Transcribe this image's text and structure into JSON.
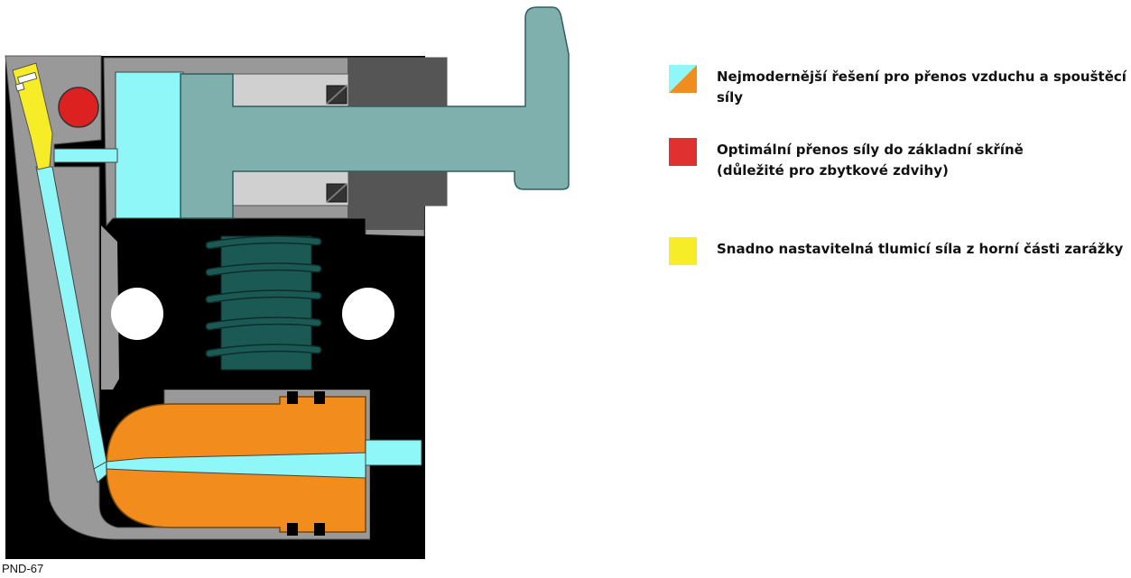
{
  "legend": {
    "items": [
      {
        "lines": [
          "Nejmodernější řešení pro přenos vzduchu a spouštěcí síly"
        ],
        "colors": [
          "#8ff7f7",
          "#f28c1c"
        ]
      },
      {
        "lines": [
          "Optimální přenos síly do základní skříně",
          "(důležité pro zbytkové zdvihy)"
        ],
        "colors": [
          "#e03030"
        ]
      },
      {
        "lines": [
          "Snadno nastavitelná tlumicí síla z horní části zarážky"
        ],
        "colors": [
          "#f7ec28"
        ]
      }
    ]
  },
  "caption": "PND-67",
  "colors": {
    "body": "#000000",
    "housing": "#999999",
    "air": "#8ff7f7",
    "plunger": "#7fb0ae",
    "spring": "#1b5a54",
    "piston": "#f28c1c",
    "ball": "#dd2020",
    "screw": "#f7ec28"
  }
}
